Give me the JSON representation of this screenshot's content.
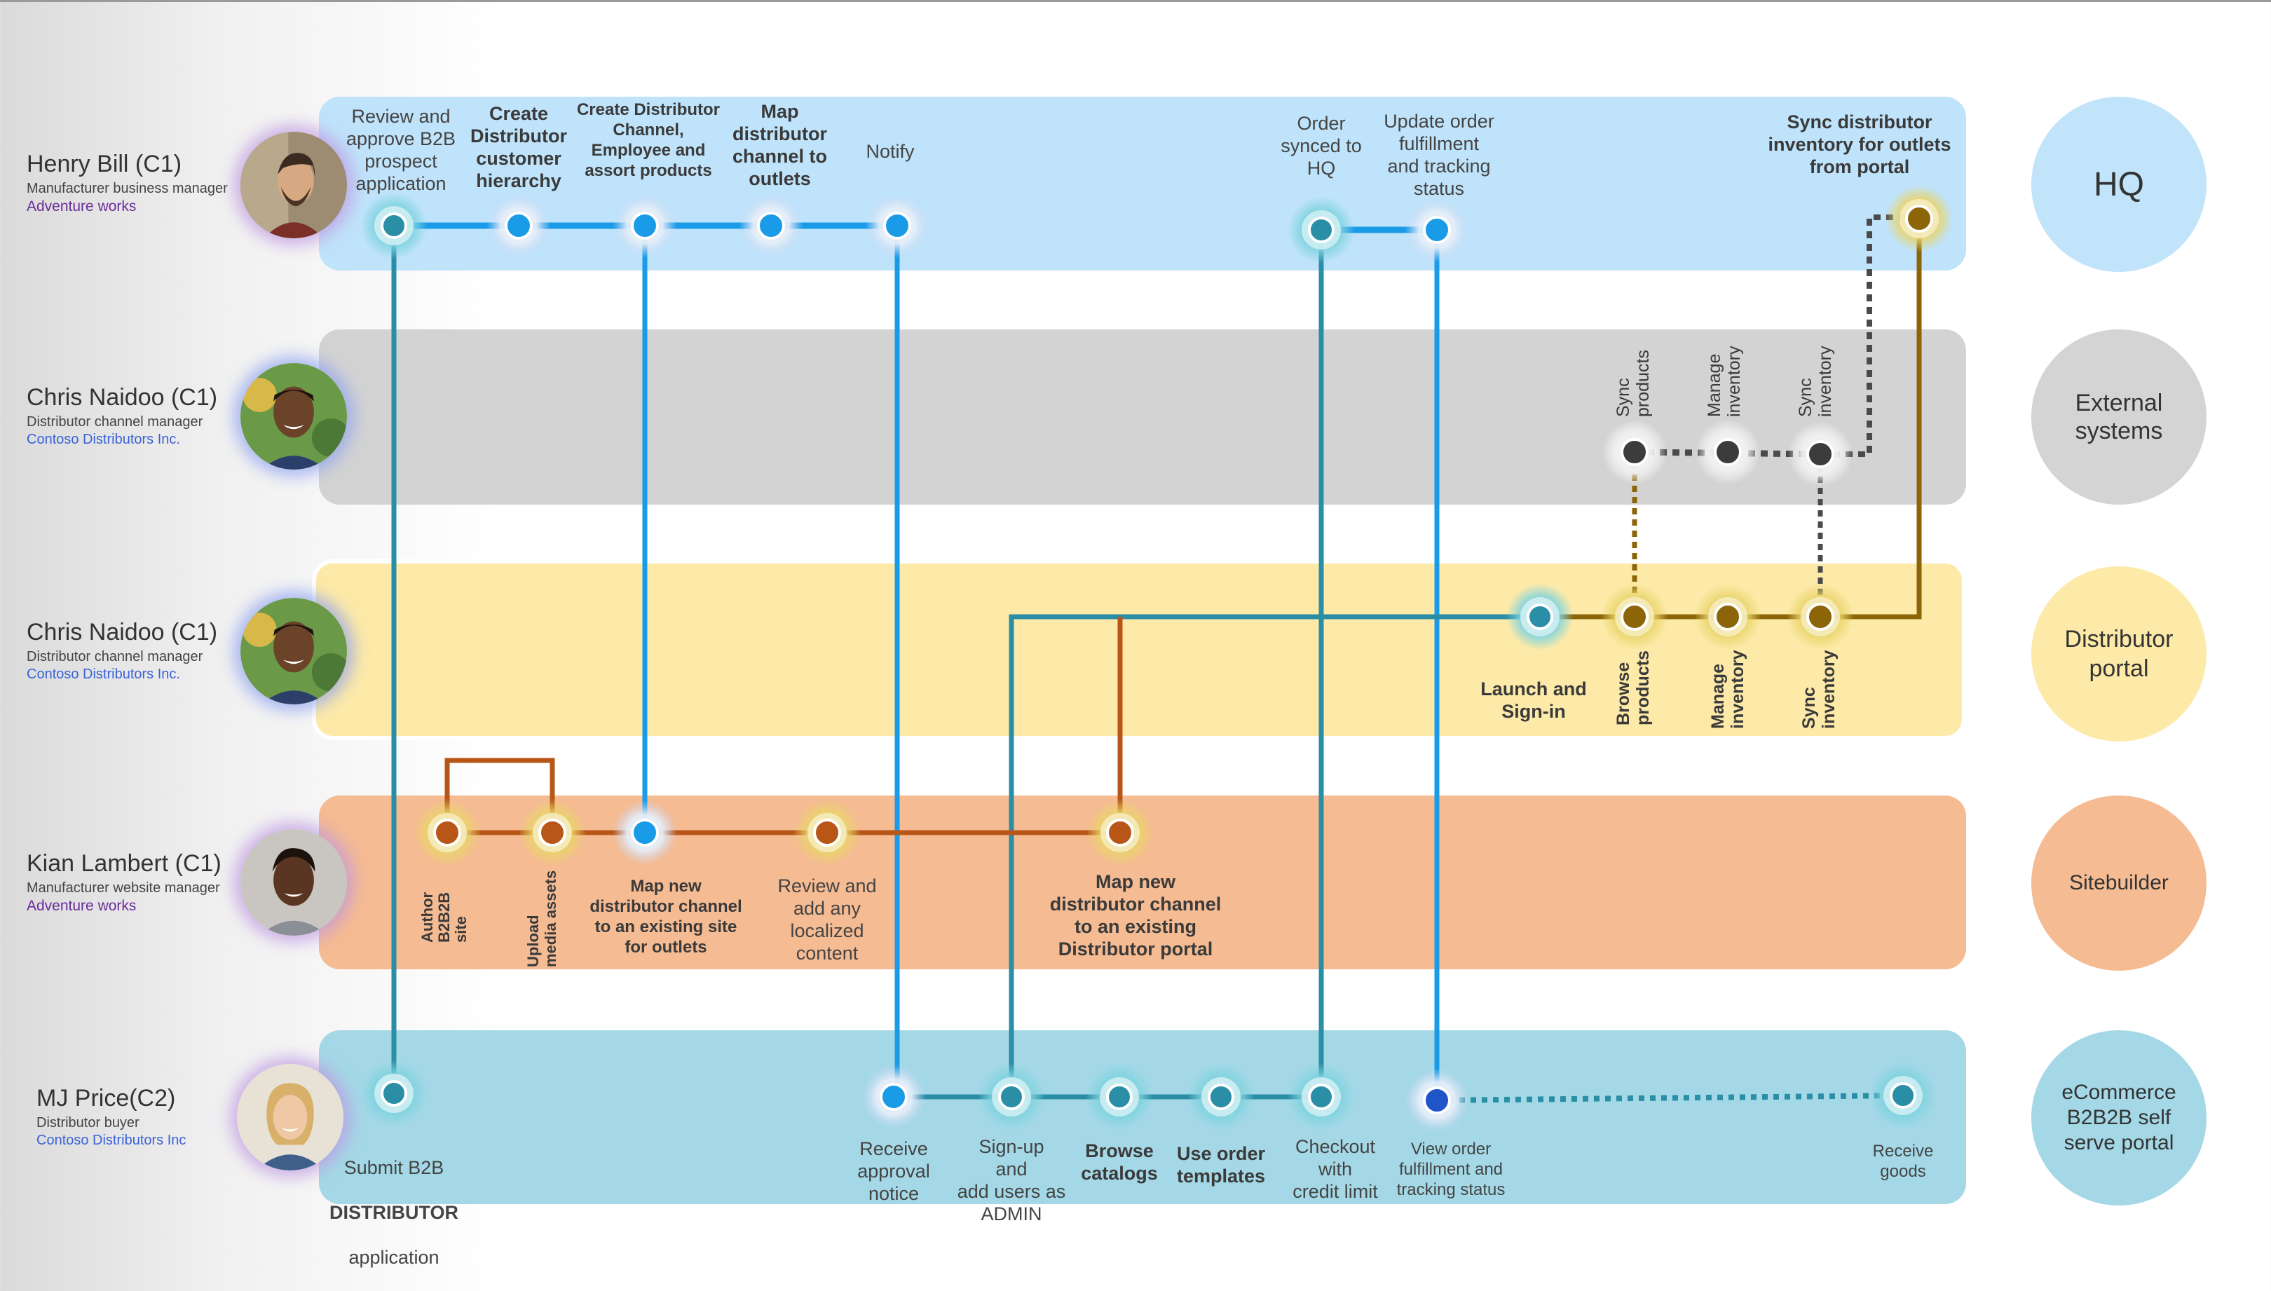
{
  "personas": [
    {
      "name": "Henry Bill (C1)",
      "role": "Manufacturer business manager",
      "org": "Adventure works",
      "org_color": "#6a2d9a"
    },
    {
      "name": "Chris Naidoo (C1)",
      "role": "Distributor channel manager",
      "org": "Contoso Distributors Inc.",
      "org_color": "#3a62d8"
    },
    {
      "name": "Chris Naidoo (C1)",
      "role": "Distributor channel manager",
      "org": "Contoso Distributors Inc.",
      "org_color": "#3a62d8"
    },
    {
      "name": "Kian Lambert (C1)",
      "role": "Manufacturer website manager",
      "org": "Adventure works",
      "org_color": "#6a2d9a"
    },
    {
      "name": "MJ Price(C2)",
      "role": "Distributor buyer",
      "org": "Contoso Distributors Inc",
      "org_color": "#3a62d8"
    }
  ],
  "systems": [
    {
      "label": "HQ"
    },
    {
      "label": "External\nsystems"
    },
    {
      "label": "Distributor\nportal"
    },
    {
      "label": "Sitebuilder"
    },
    {
      "label": "eCommerce\nB2B2B self\nserve portal"
    }
  ],
  "steps": {
    "hq_review": "Review and\napprove B2B\nprospect\napplication",
    "hq_hierarchy": "Create\nDistributor\ncustomer\nhierarchy",
    "hq_channel": "Create Distributor\nChannel,\nEmployee and\nassort products",
    "hq_map": "Map\ndistributor\nchannel to\noutlets",
    "hq_notify": "Notify",
    "hq_order_synced": "Order\nsynced to\nHQ",
    "hq_update_order": "Update order\nfulfillment\nand tracking\nstatus",
    "hq_sync_inventory": "Sync distributor\ninventory for outlets\nfrom portal",
    "ext_sync_products": "Sync\nproducts",
    "ext_manage_inventory": "Manage\ninventory",
    "ext_sync_inventory": "Sync\ninventory",
    "dp_launch": "Launch and\nSign-in",
    "dp_browse": "Browse\nproducts",
    "dp_manage": "Manage\ninventory",
    "dp_sync": "Sync\ninventory",
    "sb_author": "Author\nB2B2B\nsite",
    "sb_upload": "Upload\nmedia assets",
    "sb_map_new": "Map new\ndistributor channel\nto an existing site\nfor outlets",
    "sb_review": "Review and\nadd any\nlocalized\ncontent",
    "sb_map_portal": "Map new\ndistributor channel\nto an existing\nDistributor portal",
    "ec_submit_1": "Submit B2B",
    "ec_submit_2": "DISTRIBUTOR",
    "ec_submit_3": "application",
    "ec_receive_notice": "Receive\napproval\nnotice",
    "ec_signup": "Sign-up\nand\nadd users as\nADMIN",
    "ec_browse": "Browse\ncatalogs",
    "ec_templates": "Use order\ntemplates",
    "ec_checkout": "Checkout\nwith\ncredit limit",
    "ec_view_order": "View order\nfulfillment and\ntracking status",
    "ec_receive_goods": "Receive\ngoods"
  },
  "colors": {
    "lane_hq": "#bfe3fa",
    "lane_ext": "#d3d3d3",
    "lane_portal": "#fdeaa8",
    "lane_site": "#f5bb93",
    "lane_ecom": "#a4d8e6",
    "sys_hq": "#c2e4fa",
    "sys_ext": "#d4d4d4",
    "sys_portal": "#fdeaa8",
    "sys_site": "#f5bb93",
    "sys_ecom": "#a4d8e6",
    "line_blue": "#1a9be8",
    "line_teal": "#2a8ea6",
    "line_gold": "#8b6508",
    "line_rust": "#b85618",
    "line_dark": "#4a4a4a"
  }
}
